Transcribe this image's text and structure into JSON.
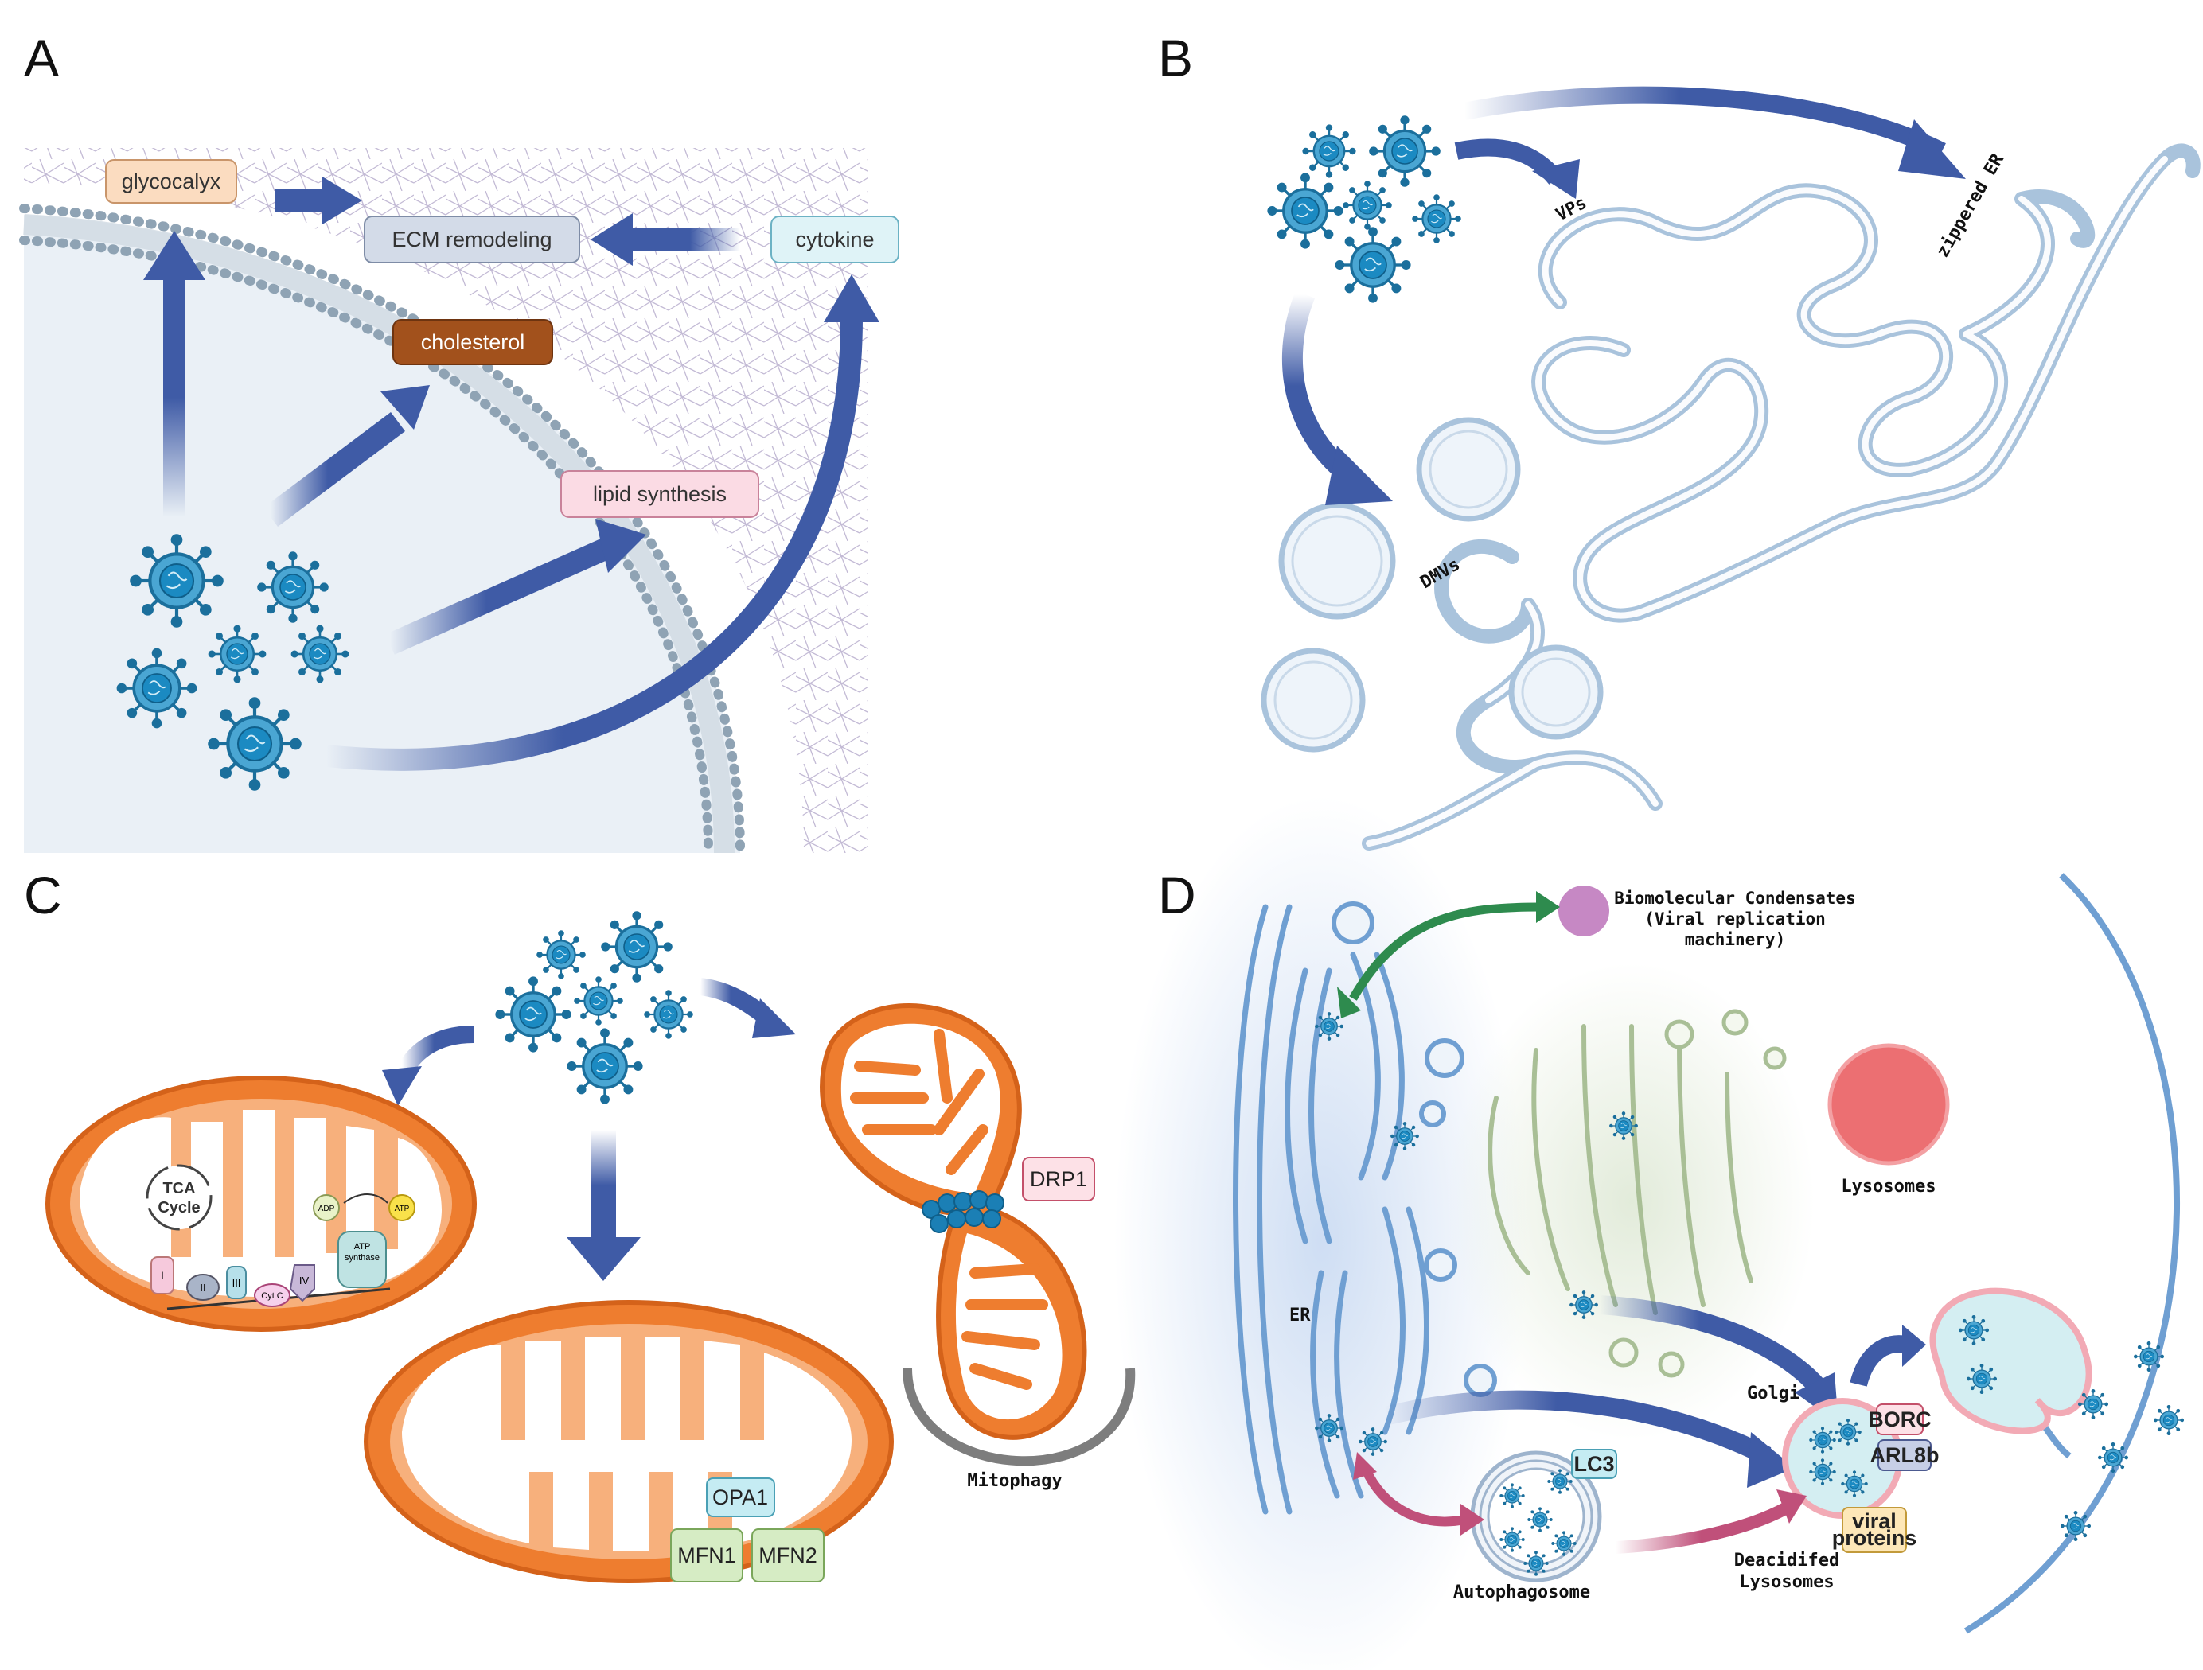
{
  "panels": {
    "a": {
      "label": "A",
      "glycocalyx": "glycocalyx",
      "ecm": "ECM remodeling",
      "cytokine": "cytokine",
      "cholesterol": "cholesterol",
      "lipid": "lipid synthesis"
    },
    "b": {
      "label": "B",
      "vps": "VPs",
      "zippered": "zippered ER",
      "dmvs": "DMVs"
    },
    "c": {
      "label": "C",
      "tca1": "TCA",
      "tca2": "Cycle",
      "adp": "ADP",
      "atp": "ATP",
      "atp_synthase1": "ATP",
      "atp_synthase2": "synthase",
      "c1": "I",
      "c2": "II",
      "c3": "III",
      "cytc": "Cyt C",
      "c4": "IV",
      "drp1": "DRP1",
      "opa1": "OPA1",
      "mfn1": "MFN1",
      "mfn2": "MFN2",
      "mitophagy": "Mitophagy"
    },
    "d": {
      "label": "D",
      "condensates1": "Biomolecular Condensates",
      "condensates2": "(Viral replication",
      "condensates3": "machinery)",
      "lysosomes": "Lysosomes",
      "er": "ER",
      "golgi": "Golgi",
      "borc": "BORC",
      "arl8b": "ARL8b",
      "viral1": "viral",
      "viral2": "proteins",
      "lc3": "LC3",
      "autophagosome": "Autophagosome",
      "deacid1": "Deacidifed",
      "deacid2": "Lysosomes"
    }
  },
  "colors": {
    "arrow_blue": "#3f5ba6",
    "virus": "#1b7fb5",
    "mito_orange": "#ee7d2f",
    "er_blue": "#6f9fd2",
    "green_arrow": "#2e8b4e",
    "pink_arrow": "#c0507a",
    "lysosome_red": "#ec6f72",
    "condensate_purple": "#c688c4"
  }
}
